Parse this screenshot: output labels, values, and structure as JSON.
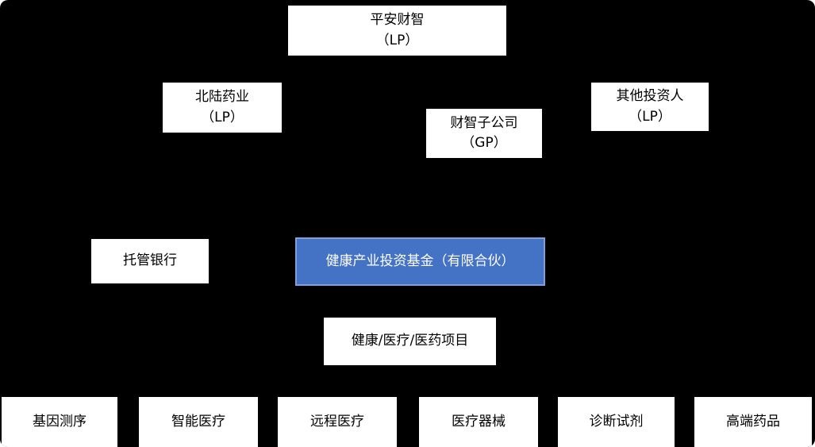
{
  "diagram": {
    "title": "fund-structure-diagram",
    "colors": {
      "background": "#000000",
      "node_fill": "#ffffff",
      "node_text": "#000000",
      "highlight_fill": "#4472C4",
      "highlight_border": "#7f9fd8",
      "highlight_text": "#ffffff"
    },
    "nodes": {
      "pingan": {
        "line1": "平安财智",
        "line2": "（LP）"
      },
      "beilu": {
        "line1": "北陆药业",
        "line2": "（LP）"
      },
      "caizhi_sub": {
        "line1": "财智子公司",
        "line2": "（GP）"
      },
      "other_investors": {
        "line1": "其他投资人",
        "line2": "（LP）"
      },
      "custodian_bank": {
        "label": "托管银行"
      },
      "fund": {
        "label": "健康产业投资基金（有限合伙）"
      },
      "projects": {
        "label": "健康/医疗/医药项目"
      },
      "bottom": [
        "基因测序",
        "智能医疗",
        "远程医疗",
        "医疗器械",
        "诊断试剂",
        "高端药品"
      ]
    }
  }
}
